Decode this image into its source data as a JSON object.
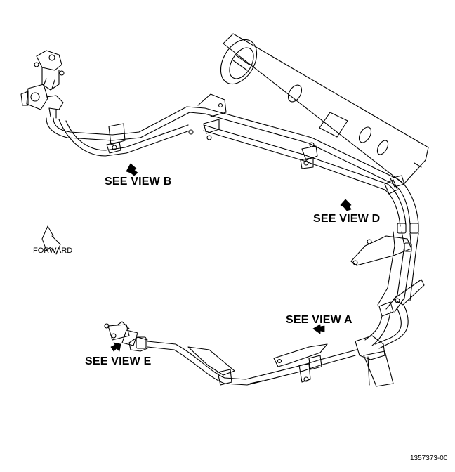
{
  "callouts": {
    "view_b": "SEE VIEW B",
    "view_d": "SEE VIEW D",
    "view_a": "SEE VIEW A",
    "view_e": "SEE VIEW E"
  },
  "forward_label": "FORWARD",
  "figure_number": "1357373-00",
  "colors": {
    "line": "#000000",
    "background": "#ffffff"
  }
}
